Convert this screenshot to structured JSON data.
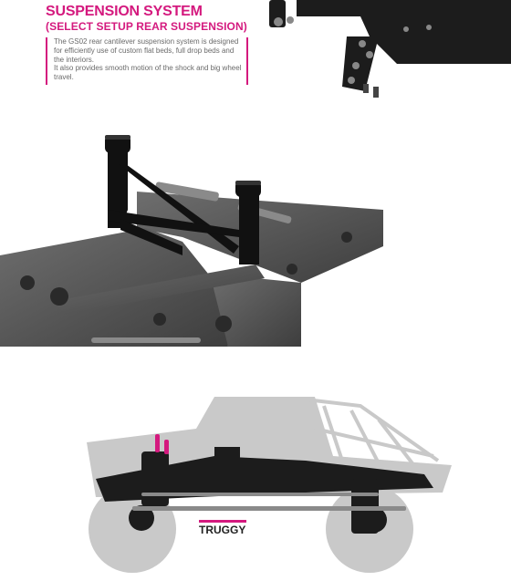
{
  "header": {
    "title": "SUSPENSION SYSTEM",
    "subtitle": "(SELECT SETUP REAR SUSPENSION)"
  },
  "description": {
    "paragraphs": [
      "The GS02 rear cantilever suspension system is designed for efficiently use of custom flat beds, full drop beds and the interiors.",
      "It also provides smooth motion of the shock and big wheel travel."
    ]
  },
  "illustrations": {
    "top_right": "chassis-detail-icon",
    "middle": "chassis-render-icon",
    "bottom": "truggy-silhouette-icon"
  },
  "callout": {
    "label": "TRUGGY"
  },
  "colors": {
    "accent": "#d4197e",
    "text": "#6a6a6a",
    "chassis_dark": "#1c1c1c",
    "chassis_grey": "#5a5a5a",
    "silhouette": "#c8c8c8"
  }
}
